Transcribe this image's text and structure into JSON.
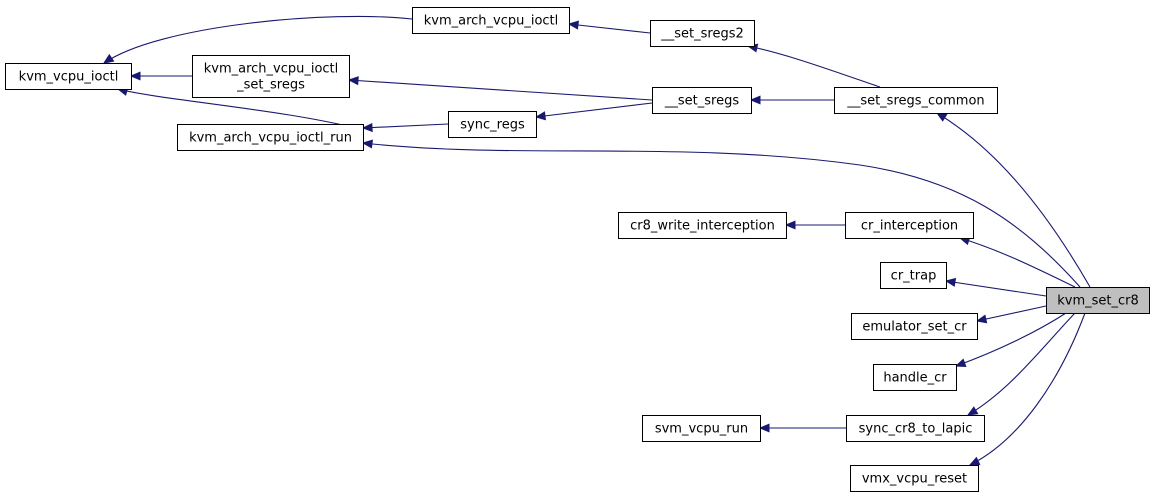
{
  "graph": {
    "nodes": {
      "kvm_vcpu_ioctl": {
        "label": [
          "kvm_vcpu_ioctl"
        ]
      },
      "kvm_arch_vcpu_ioctl": {
        "label": [
          "kvm_arch_vcpu_ioctl"
        ]
      },
      "kvm_arch_vcpu_ioctl_set_sregs": {
        "label": [
          "kvm_arch_vcpu_ioctl",
          "_set_sregs"
        ]
      },
      "kvm_arch_vcpu_ioctl_run": {
        "label": [
          "kvm_arch_vcpu_ioctl_run"
        ]
      },
      "set_sregs2": {
        "label": [
          "__set_sregs2"
        ]
      },
      "set_sregs": {
        "label": [
          "__set_sregs"
        ]
      },
      "sync_regs": {
        "label": [
          "sync_regs"
        ]
      },
      "set_sregs_common": {
        "label": [
          "__set_sregs_common"
        ]
      },
      "cr8_write_interception": {
        "label": [
          "cr8_write_interception"
        ]
      },
      "cr_interception": {
        "label": [
          "cr_interception"
        ]
      },
      "cr_trap": {
        "label": [
          "cr_trap"
        ]
      },
      "emulator_set_cr": {
        "label": [
          "emulator_set_cr"
        ]
      },
      "handle_cr": {
        "label": [
          "handle_cr"
        ]
      },
      "svm_vcpu_run": {
        "label": [
          "svm_vcpu_run"
        ]
      },
      "sync_cr8_to_lapic": {
        "label": [
          "sync_cr8_to_lapic"
        ]
      },
      "vmx_vcpu_reset": {
        "label": [
          "vmx_vcpu_reset"
        ]
      },
      "kvm_set_cr8": {
        "label": [
          "kvm_set_cr8"
        ],
        "highlighted": true
      }
    },
    "edges": [
      {
        "from": "kvm_arch_vcpu_ioctl",
        "to": "kvm_vcpu_ioctl"
      },
      {
        "from": "kvm_arch_vcpu_ioctl_set_sregs",
        "to": "kvm_vcpu_ioctl"
      },
      {
        "from": "kvm_arch_vcpu_ioctl_run",
        "to": "kvm_vcpu_ioctl"
      },
      {
        "from": "set_sregs2",
        "to": "kvm_arch_vcpu_ioctl"
      },
      {
        "from": "set_sregs",
        "to": "kvm_arch_vcpu_ioctl_set_sregs"
      },
      {
        "from": "sync_regs",
        "to": "kvm_arch_vcpu_ioctl_run"
      },
      {
        "from": "set_sregs",
        "to": "sync_regs"
      },
      {
        "from": "set_sregs_common",
        "to": "set_sregs2"
      },
      {
        "from": "set_sregs_common",
        "to": "set_sregs"
      },
      {
        "from": "kvm_set_cr8",
        "to": "set_sregs_common"
      },
      {
        "from": "kvm_set_cr8",
        "to": "kvm_arch_vcpu_ioctl_run"
      },
      {
        "from": "cr_interception",
        "to": "cr8_write_interception"
      },
      {
        "from": "kvm_set_cr8",
        "to": "cr_interception"
      },
      {
        "from": "kvm_set_cr8",
        "to": "cr_trap"
      },
      {
        "from": "kvm_set_cr8",
        "to": "emulator_set_cr"
      },
      {
        "from": "kvm_set_cr8",
        "to": "handle_cr"
      },
      {
        "from": "kvm_set_cr8",
        "to": "sync_cr8_to_lapic"
      },
      {
        "from": "sync_cr8_to_lapic",
        "to": "svm_vcpu_run"
      },
      {
        "from": "kvm_set_cr8",
        "to": "vmx_vcpu_reset"
      }
    ]
  }
}
